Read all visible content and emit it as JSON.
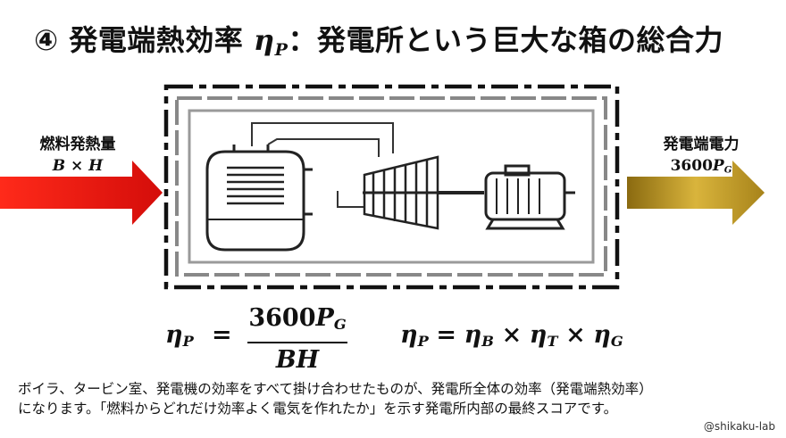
{
  "title": {
    "prefix": "④ 発電端熱効率 ",
    "eta": "η",
    "eta_sub": "P",
    "suffix": "：発電所という巨大な箱の総合力"
  },
  "input": {
    "label": "燃料発熱量",
    "formula": "B × H",
    "arrow_color": "#e8110f"
  },
  "output": {
    "label": "発電端電力",
    "formula_coef": "3600",
    "formula_var": "P",
    "formula_sub": "G",
    "arrow_color": "#b8931a"
  },
  "formula1": {
    "lhs": "η",
    "lhs_sub": "P",
    "eq": "=",
    "num_coef": "3600",
    "num_var": "P",
    "num_sub": "G",
    "den": "BH"
  },
  "formula2": {
    "lhs": "η",
    "lhs_sub": "P",
    "eq": "=",
    "t1": "η",
    "t1_sub": "B",
    "op1": "×",
    "t2": "η",
    "t2_sub": "T",
    "op2": "×",
    "t3": "η",
    "t3_sub": "G"
  },
  "description": {
    "line1": "ボイラ、タービン室、発電機の効率をすべて掛け合わせたものが、発電所全体の効率（発電端熱効率）",
    "line2": "になります。「燃料からどれだけ効率よく電気を作れたか」を示す発電所内部の最終スコアです。"
  },
  "credit": "@shikaku-lab"
}
